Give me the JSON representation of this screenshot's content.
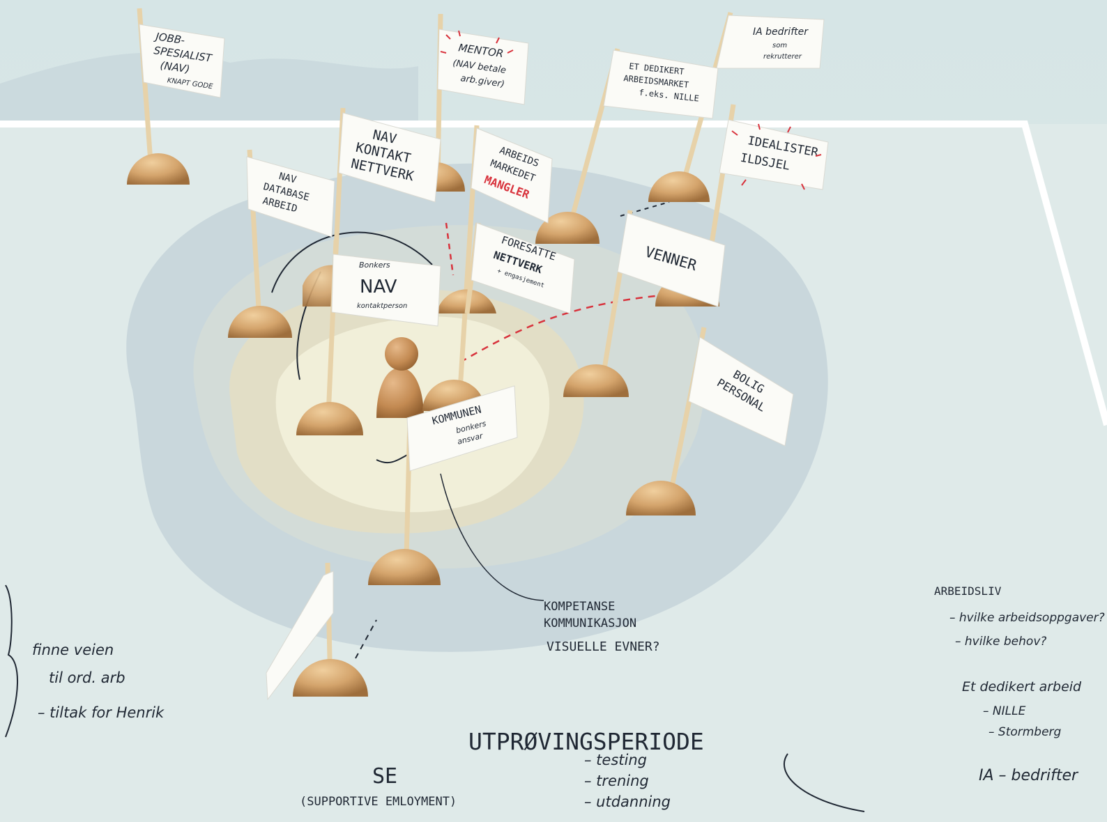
{
  "flags": {
    "jobbspesialist": [
      "JOBB-",
      "SPESIALIST",
      "(NAV)",
      "KNAPT GODE"
    ],
    "mentor": [
      "MENTOR",
      "(NAV betale",
      "arb.giver)"
    ],
    "ia_bedrifter_flag": [
      "IA bedrifter",
      "som",
      "rekrutterer"
    ],
    "et_dedikert": [
      "ET DEDIKERT",
      "ARBEIDSMARKET",
      "f.eks. NILLE"
    ],
    "nav_kontakt": [
      "NAV",
      "KONTAKT",
      "NETTVERK"
    ],
    "arbeidsmarkedet": [
      "ARBEIDS",
      "MARKEDET",
      "MANGLER"
    ],
    "idealister": [
      "IDEALISTER",
      "ILDSJEL"
    ],
    "nav_database": [
      "NAV",
      "DATABASE",
      "ARBEID"
    ],
    "nav_kontaktperson": [
      "Bonkers",
      "NAV",
      "kontaktperson"
    ],
    "foresatte": [
      "FORESATTE",
      "NETTVERK",
      "+ engasjement"
    ],
    "venner": [
      "VENNER"
    ],
    "bolig": [
      "BOLIG",
      "PERSONAL"
    ],
    "kommunen": [
      "KOMMUNEN",
      "bonkers",
      "ansvar"
    ]
  },
  "notes": {
    "left": [
      "finne veien",
      "til ord. arb",
      "– tiltak for Henrik"
    ],
    "center": [
      "KOMPETANSE",
      "KOMMUNIKASJON",
      "VISUELLE EVNER?"
    ],
    "utproving": "UTPRØVINGSPERIODE",
    "se": "SE",
    "se_sub": "(SUPPORTIVE EMLOYMENT)",
    "utproving_list": [
      "– testing",
      "– trening",
      "– utdanning"
    ],
    "right_title": "ARBEIDSLIV",
    "right_items": [
      "– hvilke arbeidsoppgaver?",
      "– hvilke behov?"
    ],
    "right_dedikert": "Et dedikert arbeid",
    "right_dedikert_items": [
      "– NILLE",
      "– Stormberg"
    ],
    "right_ia": "IA – bedrifter"
  },
  "colors": {
    "accent_red": "#d8323c",
    "ink": "#1f2733",
    "wood": "#c9965c"
  }
}
